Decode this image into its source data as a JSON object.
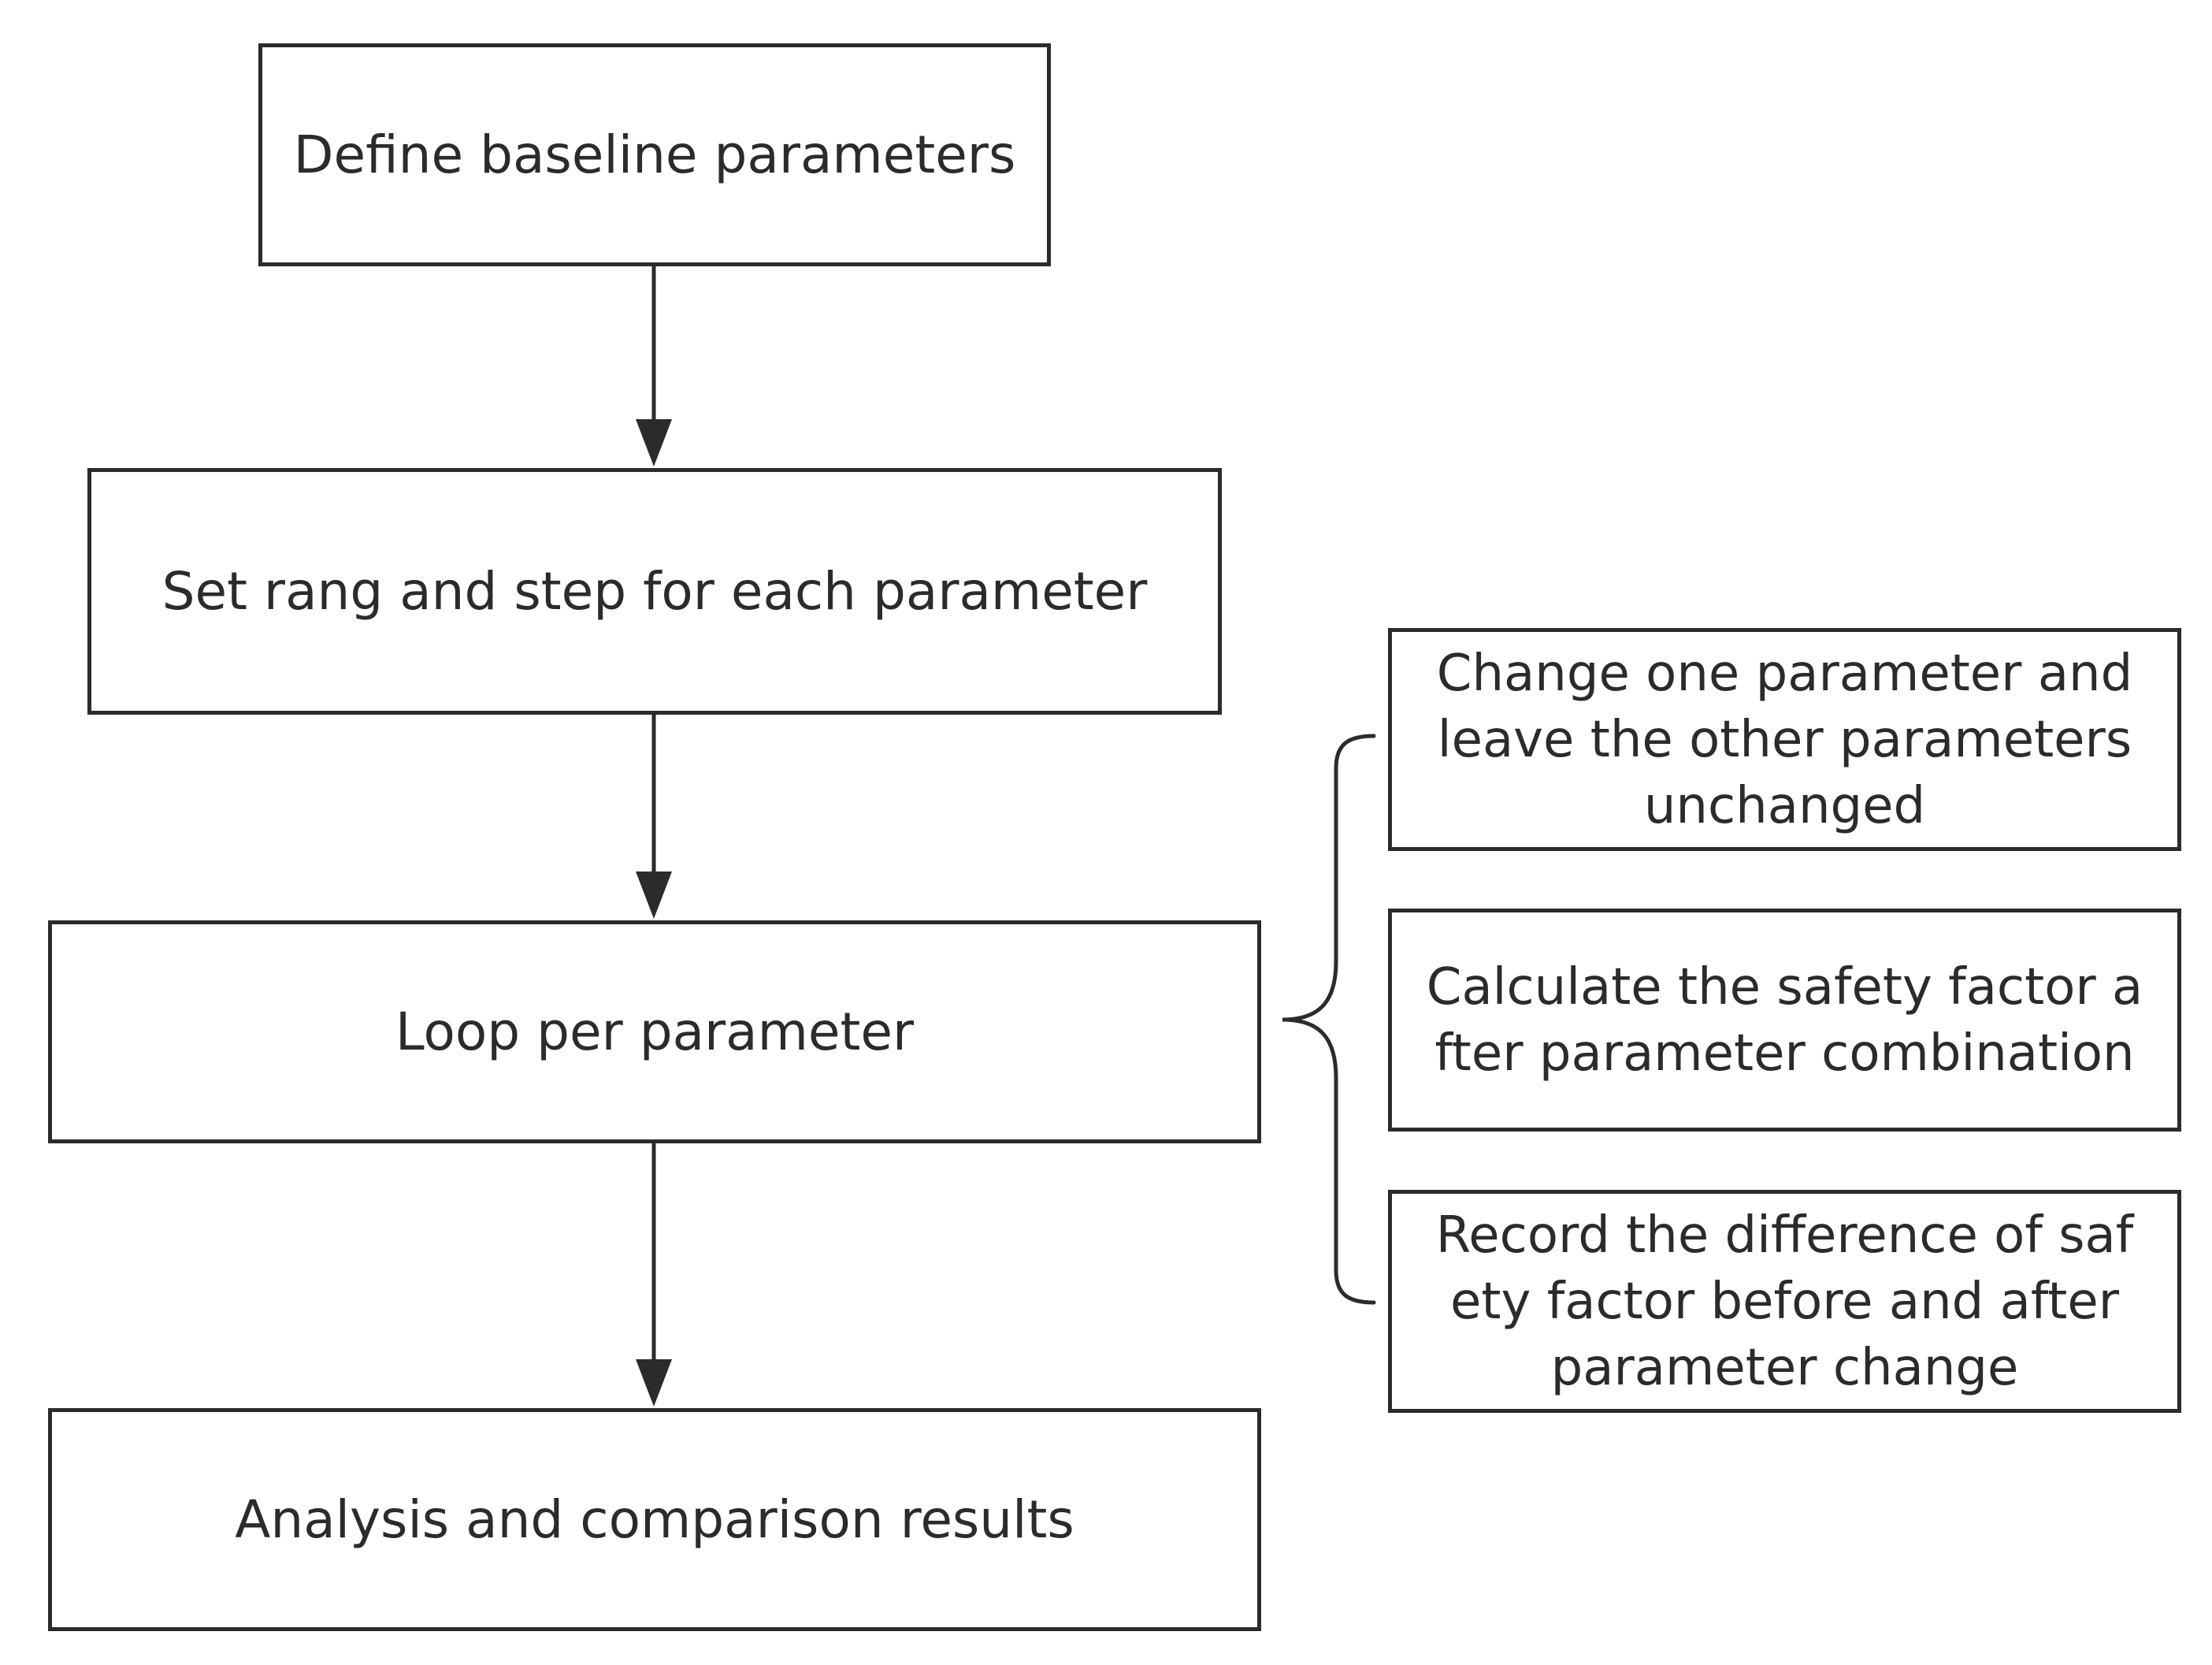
{
  "flow": {
    "define_baseline": "Define baseline parameters",
    "set_range_step": "Set rang and step for each parameter",
    "loop_per_parameter": "Loop per parameter",
    "analysis_results": "Analysis and comparison results"
  },
  "loop_steps": {
    "change_one": "Change one parameter and\nleave the other parameters\nunchanged",
    "calculate_safety": "Calculate the safety factor a\nfter parameter combination",
    "record_difference": "Record the difference of saf\nety factor before and after\nparameter change"
  },
  "colors": {
    "stroke": "#2b2b2b",
    "background": "#ffffff"
  }
}
